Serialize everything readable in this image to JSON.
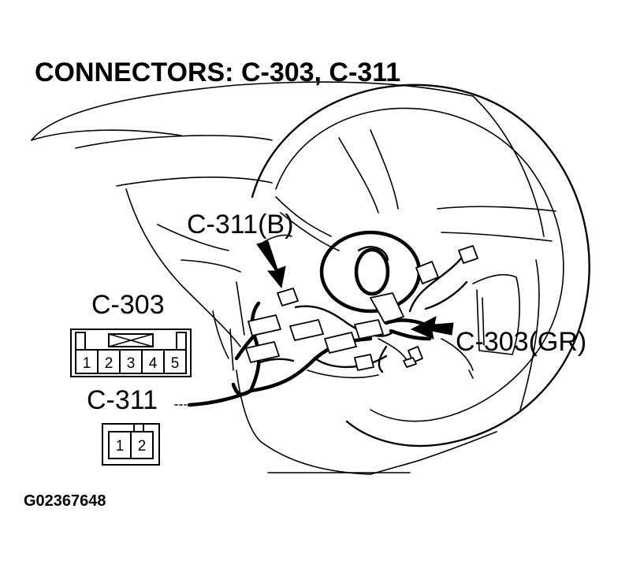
{
  "title": "CONNECTORS: C-303, C-311",
  "callouts": {
    "c311_b": "C-311(B)",
    "c303_gr": "C-303(GR)"
  },
  "connector_c303": {
    "label": "C-303",
    "pins": [
      "1",
      "2",
      "3",
      "4",
      "5"
    ]
  },
  "connector_c311": {
    "label": "C-311",
    "pins": [
      "1",
      "2"
    ]
  },
  "figure_id": "G02367648"
}
